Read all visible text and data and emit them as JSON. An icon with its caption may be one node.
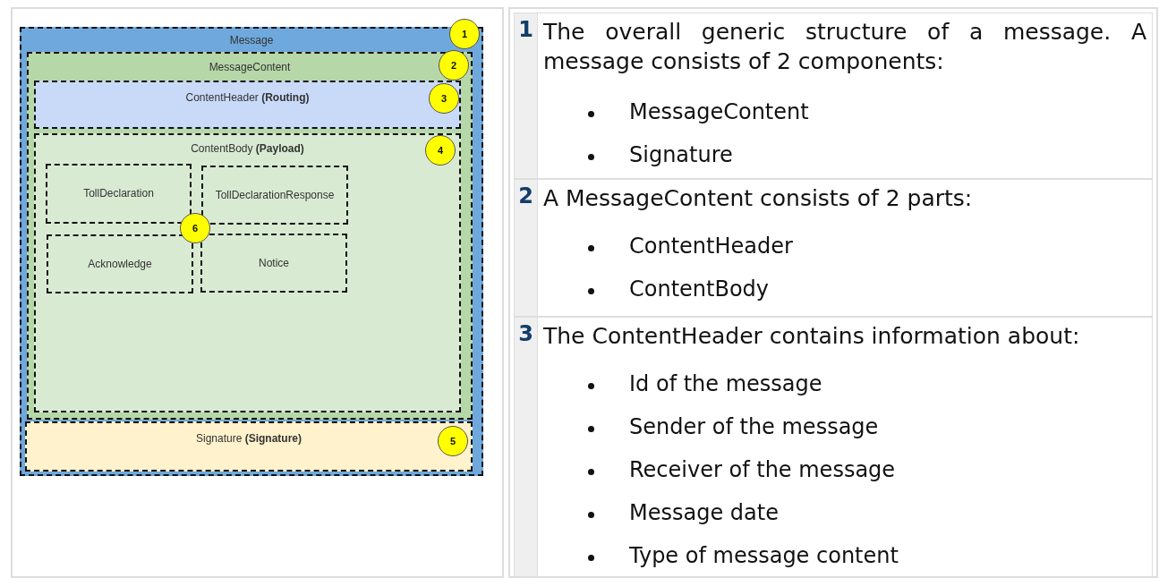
{
  "diagram": {
    "nodes": [
      {
        "text": [
          "Message"
        ]
      },
      {
        "text": [
          "MessageContent"
        ],
        "in": 0
      },
      {
        "text": [
          "ContentHeader **(Routing)**"
        ],
        "in": 1
      },
      {
        "text": [
          "ContentBody **(Payload)**"
        ],
        "in": 1
      },
      {
        "text": [
          "TollDeclaration"
        ],
        "in": 3
      },
      {
        "text": [
          "TollDeclarationResponse"
        ],
        "in": 3
      },
      {
        "text": [
          "Acknowledge"
        ],
        "in": 3
      },
      {
        "text": [
          "Notice"
        ],
        "in": 3
      },
      {
        "text": [
          "Signature **(Signature)**"
        ],
        "in": 0
      }
    ],
    "labels": [
      "1",
      "2",
      "3",
      "4",
      "6",
      "5",
      "1",
      "The overall generic structure of a message. A message consists of 2 components:",
      "MessageContent",
      "Signature",
      "2",
      "A MessageContent consists of 2 parts:",
      "ContentHeader",
      "ContentBody",
      "3",
      "The ContentHeader contains information about:",
      "Id of the message",
      "Sender of the message",
      "Receiver of the message",
      "Message date",
      "Type of message content"
    ]
  }
}
